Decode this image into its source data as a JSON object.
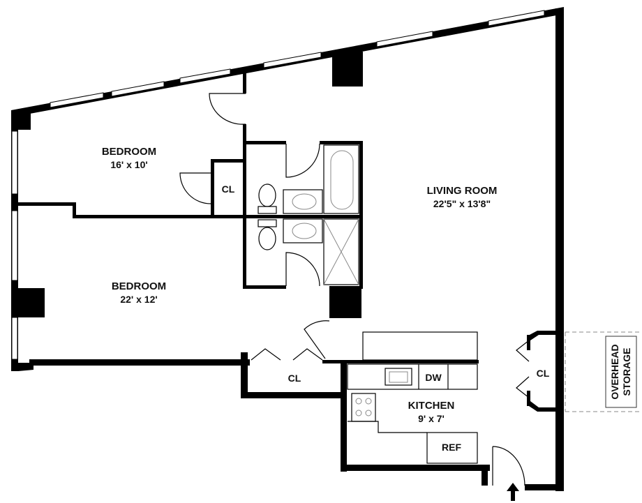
{
  "rooms": {
    "bedroom_1": {
      "name": "BEDROOM",
      "dimensions": "16' x 10'"
    },
    "bedroom_2": {
      "name": "BEDROOM",
      "dimensions": "22' x 12'"
    },
    "living_room": {
      "name": "LIVING ROOM",
      "dimensions": "22'5\" x 13'8\""
    },
    "kitchen": {
      "name": "KITCHEN",
      "dimensions": "9' x 7'"
    }
  },
  "closets": {
    "bedroom_closet": "CL",
    "hall_closet": "CL",
    "entry_closet": "CL"
  },
  "appliances": {
    "dishwasher": "DW",
    "refrigerator": "REF"
  },
  "storage": {
    "line1": "OVERHEAD",
    "line2": "STORAGE"
  },
  "colors": {
    "wall": "#000000",
    "background": "#ffffff",
    "fixture": "#888888"
  }
}
